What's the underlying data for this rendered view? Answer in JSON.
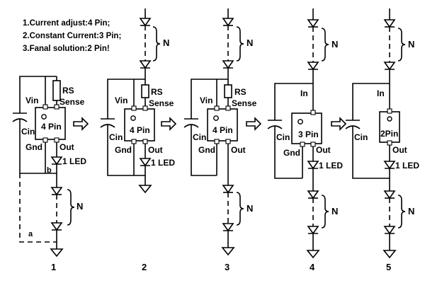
{
  "notes": [
    "1.Current adjust:4 Pin;",
    "2.Constant Current:3 Pin;",
    "3.Fanal solution:2 Pin!"
  ],
  "labels": {
    "vin": "Vin",
    "rs": "RS",
    "sense": "Sense",
    "cin": "Cin",
    "gnd": "Gnd",
    "out": "Out",
    "in": "In",
    "one_led": "1 LED",
    "n": "N",
    "pin4": "4 Pin",
    "pin3": "3 Pin",
    "pin2": "2Pin",
    "a": "a",
    "b": "b"
  },
  "circuit_numbers": [
    "1",
    "2",
    "3",
    "4",
    "5"
  ]
}
